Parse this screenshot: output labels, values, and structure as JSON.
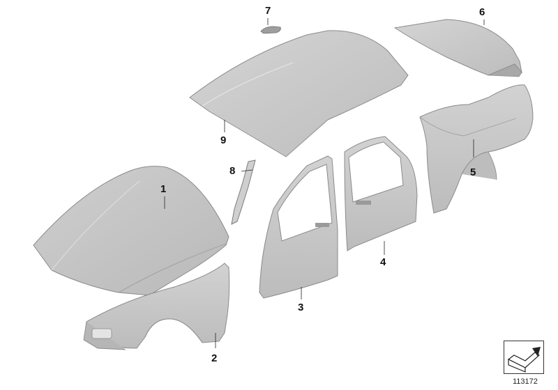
{
  "colors": {
    "panel_fill": "#c8c8c8",
    "panel_light": "#d6d6d6",
    "panel_dark": "#b4b4b4",
    "outline": "#7a7a7a",
    "callout_text": "#111111"
  },
  "callouts": [
    "1",
    "2",
    "3",
    "4",
    "5",
    "6",
    "7",
    "8",
    "9"
  ],
  "reference_number": "113172",
  "icons": {
    "corner_symbol": "arrow-box-icon"
  }
}
